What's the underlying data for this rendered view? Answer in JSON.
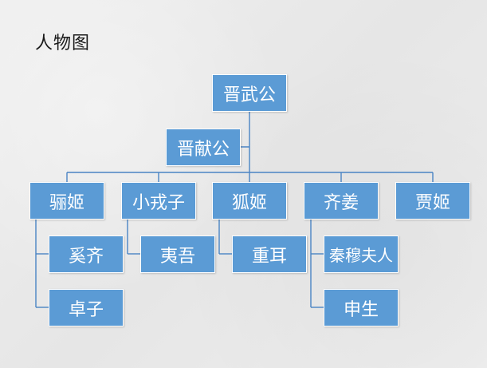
{
  "title": "人物图",
  "colors": {
    "node_fill": "#5b9bd5",
    "link": "#4a84c4",
    "text": "#ffffff"
  },
  "nodes": {
    "wugong": "晋武公",
    "xiangong": "晋献公",
    "liji": "骊姬",
    "xiaorongzi": "小戎子",
    "huji": "狐姬",
    "qijiang": "齐姜",
    "jiaji": "贾姬",
    "xiqi": "奚齐",
    "zhuozi": "卓子",
    "yiwu": "夷吾",
    "chonger": "重耳",
    "qinmu": "秦穆夫人",
    "shensheng": "申生"
  }
}
